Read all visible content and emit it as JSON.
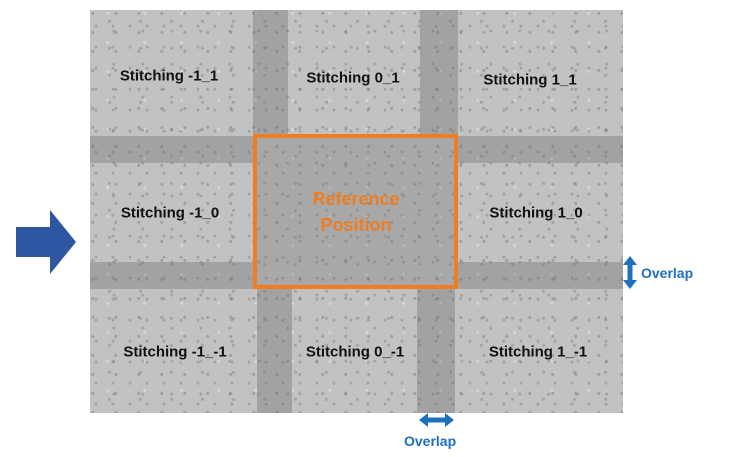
{
  "tiles": {
    "t_m1_1": "Stitching -1_1",
    "t_0_1": "Stitching 0_1",
    "t_1_1": "Stitching 1_1",
    "t_m1_0": "Stitching -1_0",
    "t_1_0": "Stitching 1_0",
    "t_m1_m1": "Stitching -1_-1",
    "t_0_m1": "Stitching 0_-1",
    "t_1_m1": "Stitching 1_-1"
  },
  "reference": {
    "label": "Reference\nPosition"
  },
  "overlap": {
    "vertical_label": "Overlap",
    "horizontal_label": "Overlap"
  },
  "colors": {
    "reference_orange": "#ef7d22",
    "arrow_blue": "#2f56a0",
    "overlap_blue": "#1f6fbf"
  },
  "icons": {
    "input_arrow": "right-arrow-icon",
    "vertical_overlap": "vertical-double-arrow-icon",
    "horizontal_overlap": "horizontal-double-arrow-icon"
  }
}
